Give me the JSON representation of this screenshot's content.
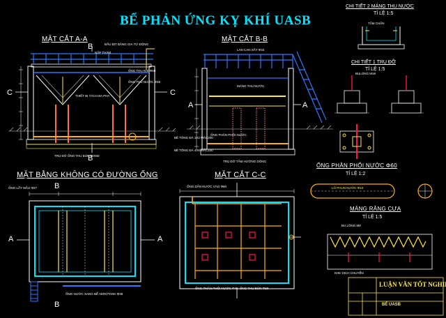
{
  "title": "BỂ PHẢN ỨNG KỴ KHÍ UASB",
  "sections": {
    "aa": "MẶT CẮT A-A",
    "bb": "MẶT CẮT B-B",
    "cc": "MẶT CẮT C-C",
    "plan": "MẶT BẰNG KHÔNG CÓ ĐƯỜNG ỐNG",
    "detail2": "CHI TIẾT 2 MÁNG THU NƯỚC",
    "detail2_scale": "TỈ LỆ 1:5",
    "detail1": "CHI TIẾT 1 TRỤ ĐỠ",
    "detail1_scale": "TỈ LỆ 1:5",
    "pipe": "ỐNG PHÂN PHỐI NƯỚC Φ60",
    "pipe_scale": "TỈ LỆ 1:2",
    "weir": "MÁNG RĂNG CƯA",
    "weir_scale": "TỈ LỆ 1:5"
  },
  "markers": {
    "a": "A",
    "b": "B",
    "c": "C"
  },
  "notes": {
    "dau_bit": "ĐẦU BỊT BẰNG GIA TỪ ĐỘNG",
    "nap_tham": "NẮP THĂM",
    "ong_thu_khi": "ỐNG THU KHÍ Φ60",
    "ong_thu_nuoc": "ỐNG THU NƯỚC Φ48",
    "thiet_bi": "THIẾT BỊ TÁCH BA PHA",
    "tru_do_aa": "TRỤ ĐỠ ỐNG THU BÙN 60X60",
    "lan_can": "LAN CAN SẮT Φ34",
    "mang_thu_nuoc": "MÁNG THU NƯỚC",
    "ong_phan_phoi": "ỐNG PHÂN PHỐI NƯỚC",
    "betong_1": "BÊ TÔNG ĐÁ 1X2 MÁC200",
    "betong_2": "BÊ TÔNG ĐÁ 4X6 MÁC100",
    "tru_do_bb": "TRỤ ĐỠ TẤM HƯỚNG DÒNG",
    "ong_dan_cc": "ỐNG DẪN NƯỚC VÀO Φ60",
    "ong_phan_cc": "ỐNG PHÂN PHỐI NƯỚC Φ48",
    "ong_thu_bun": "ỐNG THU BÙN Φ60",
    "ong_lay_mau": "ỐNG LẤY MẪU Φ27",
    "ong_nuoc_sang": "ỐNG NƯỚC SANG BỂ AEROTANK Φ48",
    "lo_phun": "LỖ PHUN NƯỚC Φ10",
    "bulong": "BULONG M16",
    "khe_dich": "KHE DỊCH CHUYỂN",
    "tam_chan": "TẤM CHẮN",
    "bu_long_m8": "BU LÔNG M8"
  },
  "title_block": {
    "school": "LUẬN VĂN TỐT NGHIỆP",
    "drawing": "BỂ UASB"
  }
}
